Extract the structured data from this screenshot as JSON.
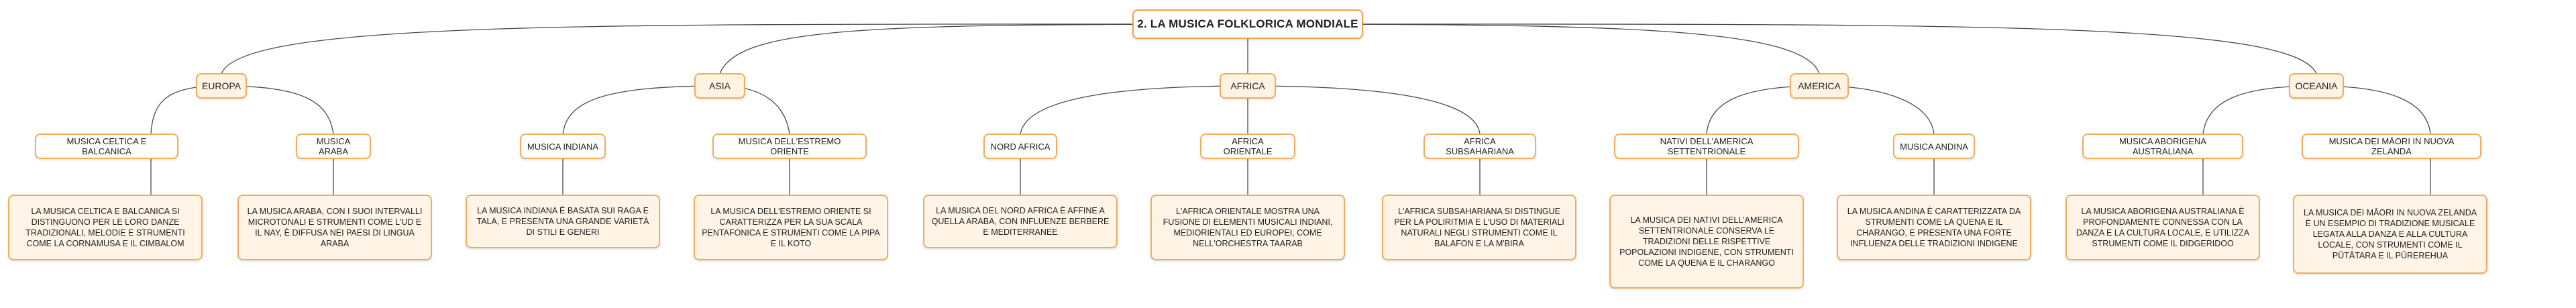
{
  "title": "2. LA MUSICA FOLKLORICA MONDIALE",
  "regions": [
    {
      "name": "EUROPA",
      "topics": [
        {
          "name": "MUSICA CELTICA E BALCANICA",
          "desc": "LA MUSICA CELTICA E BALCANICA SI DISTINGUONO PER LE LORO DANZE TRADIZIONALI, MELODIE E STRUMENTI COME LA CORNAMUSA E IL CIMBALOM"
        },
        {
          "name": "MUSICA ARABA",
          "desc": "LA MUSICA ARABA, CON I SUOI INTERVALLI MICROTONALI E STRUMENTI COME L'UD E IL NAY, È DIFFUSA NEI PAESI DI LINGUA ARABA"
        }
      ]
    },
    {
      "name": "ASIA",
      "topics": [
        {
          "name": "MUSICA INDIANA",
          "desc": "LA MUSICA INDIANA È BASATA SUI RAGA E TALA, E PRESENTA UNA GRANDE VARIETÀ DI STILI E GENERI"
        },
        {
          "name": "MUSICA DELL'ESTREMO ORIENTE",
          "desc": "LA MUSICA DELL'ESTREMO ORIENTE SI CARATTERIZZA PER LA SUA SCALA PENTAFONICA E STRUMENTI COME LA PIPA E IL KOTO"
        }
      ]
    },
    {
      "name": "AFRICA",
      "topics": [
        {
          "name": "NORD AFRICA",
          "desc": "LA MUSICA DEL NORD AFRICA È AFFINE A QUELLA ARABA, CON INFLUENZE BERBERE E MEDITERRANEE"
        },
        {
          "name": "AFRICA ORIENTALE",
          "desc": "L'AFRICA ORIENTALE MOSTRA UNA FUSIONE DI ELEMENTI MUSICALI INDIANI, MEDIORIENTALI ED EUROPEI, COME NELL'ORCHESTRA TAARAB"
        },
        {
          "name": "AFRICA SUBSAHARIANA",
          "desc": "L'AFRICA SUBSAHARIANA SI DISTINGUE PER LA POLIRITMIA E L'USO DI MATERIALI NATURALI NEGLI STRUMENTI COME IL BALAFON E LA M'BIRA"
        }
      ]
    },
    {
      "name": "AMERICA",
      "topics": [
        {
          "name": "NATIVI DELL'AMERICA SETTENTRIONALE",
          "desc": "LA MUSICA DEI NATIVI DELL'AMERICA SETTENTRIONALE CONSERVA LE TRADIZIONI DELLE RISPETTIVE POPOLAZIONI INDIGENE, CON STRUMENTI COME LA QUENA E IL CHARANGO"
        },
        {
          "name": "MUSICA ANDINA",
          "desc": "LA MUSICA ANDINA È CARATTERIZZATA DA STRUMENTI COME LA QUENA E IL CHARANGO, E PRESENTA UNA FORTE INFLUENZA DELLE TRADIZIONI INDIGENE"
        }
      ]
    },
    {
      "name": "OCEANIA",
      "topics": [
        {
          "name": "MUSICA ABORIGENA AUSTRALIANA",
          "desc": "LA MUSICA ABORIGENA AUSTRALIANA È PROFONDAMENTE CONNESSA CON LA DANZA E LA CULTURA LOCALE, E UTILIZZA STRUMENTI COME IL DIDGERIDOO"
        },
        {
          "name": "MUSICA DEI MĀORI IN NUOVA ZELANDA",
          "desc": "LA MUSICA DEI MĀORI IN NUOVA ZELANDA È UN ESEMPIO DI TRADIZIONE MUSICALE LEGATA ALLA DANZA E ALLA CULTURA LOCALE, CON STRUMENTI COME IL PŪTĀTARA E IL PŪREREHUA"
        }
      ]
    }
  ]
}
